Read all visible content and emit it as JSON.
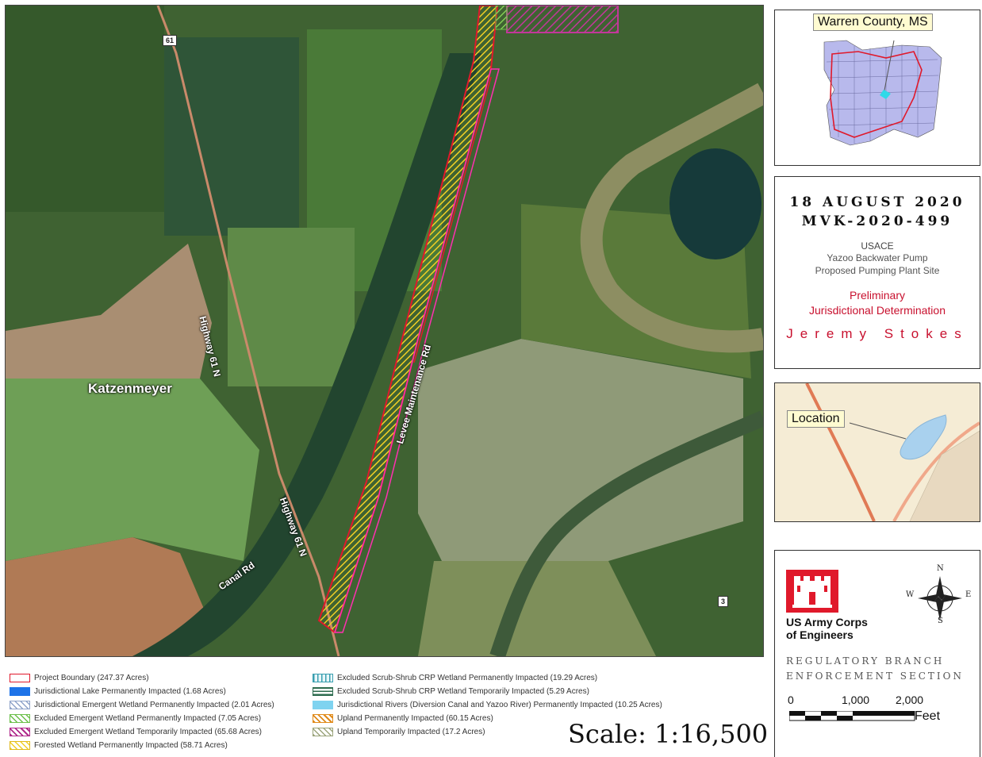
{
  "map": {
    "labels": {
      "katzenmeyer": "Katzenmeyer",
      "highway_upper": "Highway 61 N",
      "highway_lower": "Highway 61 N",
      "levee_road": "Levee Maintenance Rd",
      "canal_road": "Canal Rd"
    },
    "shields": {
      "hwy61": "61",
      "route3": "3"
    }
  },
  "inset_county": {
    "callout": "Warren County, MS"
  },
  "title_block": {
    "date": "18 AUGUST 2020",
    "id": "MVK-2020-499",
    "org": "USACE",
    "project_line1": "Yazoo Backwater Pump",
    "project_line2": "Proposed Pumping Plant Site",
    "status_line1": "Preliminary",
    "status_line2": "Jurisdictional Determination",
    "author": "Jeremy Stokes"
  },
  "inset_location": {
    "callout": "Location"
  },
  "usace": {
    "name_line1": "US Army Corps",
    "name_line2": "of Engineers",
    "branch": "REGULATORY BRANCH",
    "section": "ENFORCEMENT SECTION",
    "compass": {
      "n": "N",
      "s": "S",
      "e": "E",
      "w": "W"
    },
    "scale_bar": {
      "ticks": [
        "0",
        "1,000",
        "2,000"
      ],
      "unit": "Feet"
    }
  },
  "legend": {
    "left": [
      {
        "label": "Project Boundary (247.37 Acres)",
        "swatch": "boundary",
        "color": "#e0192b"
      },
      {
        "label": "Jurisdictional Lake Permanently Impacted (1.68 Acres)",
        "swatch": "solid",
        "color": "#1e73e8"
      },
      {
        "label": "Jurisdictional Emergent Wetland Permanently Impacted (2.01 Acres)",
        "swatch": "hatch",
        "color": "#8fa3c9"
      },
      {
        "label": "Excluded Emergent Wetland Permanently Impacted (7.05 Acres)",
        "swatch": "hatch",
        "color": "#6cc04a"
      },
      {
        "label": "Excluded Emergent Wetland Temporarily Impacted (65.68 Acres)",
        "swatch": "hatch",
        "color": "#b02a8c"
      },
      {
        "label": "Forested Wetland Permanently Impacted (58.71 Acres)",
        "swatch": "hatch",
        "color": "#f2d024"
      }
    ],
    "right": [
      {
        "label": "Excluded Scrub-Shrub CRP Wetland Permanently Impacted (19.29 Acres)",
        "swatch": "vlines",
        "color": "#3a9fb0"
      },
      {
        "label": "Excluded Scrub-Shrub CRP Wetland Temporarily Impacted (5.29 Acres)",
        "swatch": "hlines",
        "color": "#2d6b4e"
      },
      {
        "label": "Jurisdictional Rivers (Diversion Canal and Yazoo River) Permanently Impacted (10.25 Acres)",
        "swatch": "solid",
        "color": "#7fd3f0"
      },
      {
        "label": "Upland Permanently Impacted (60.15 Acres)",
        "swatch": "hatch",
        "color": "#e08a1a"
      },
      {
        "label": "Upland Temporarily Impacted (17.2 Acres)",
        "swatch": "hatch",
        "color": "#9aa37a"
      }
    ],
    "scale": "Scale: 1:16,500"
  }
}
